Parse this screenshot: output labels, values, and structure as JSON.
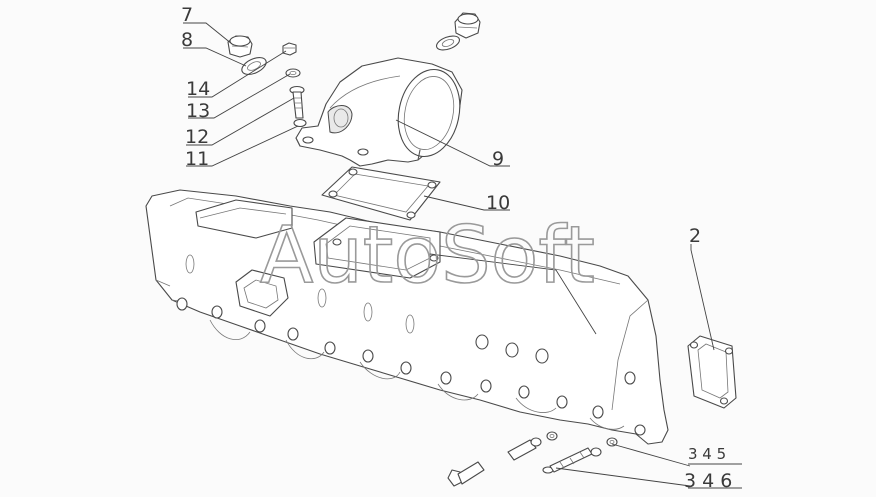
{
  "watermark": "AutoSoft",
  "callouts": {
    "c7": "7",
    "c8": "8",
    "c14": "14",
    "c13": "13",
    "c12": "12",
    "c11": "11",
    "c9": "9",
    "c10": "10",
    "c2": "2",
    "c345": "3 4 5",
    "c346": "3 4 6"
  }
}
